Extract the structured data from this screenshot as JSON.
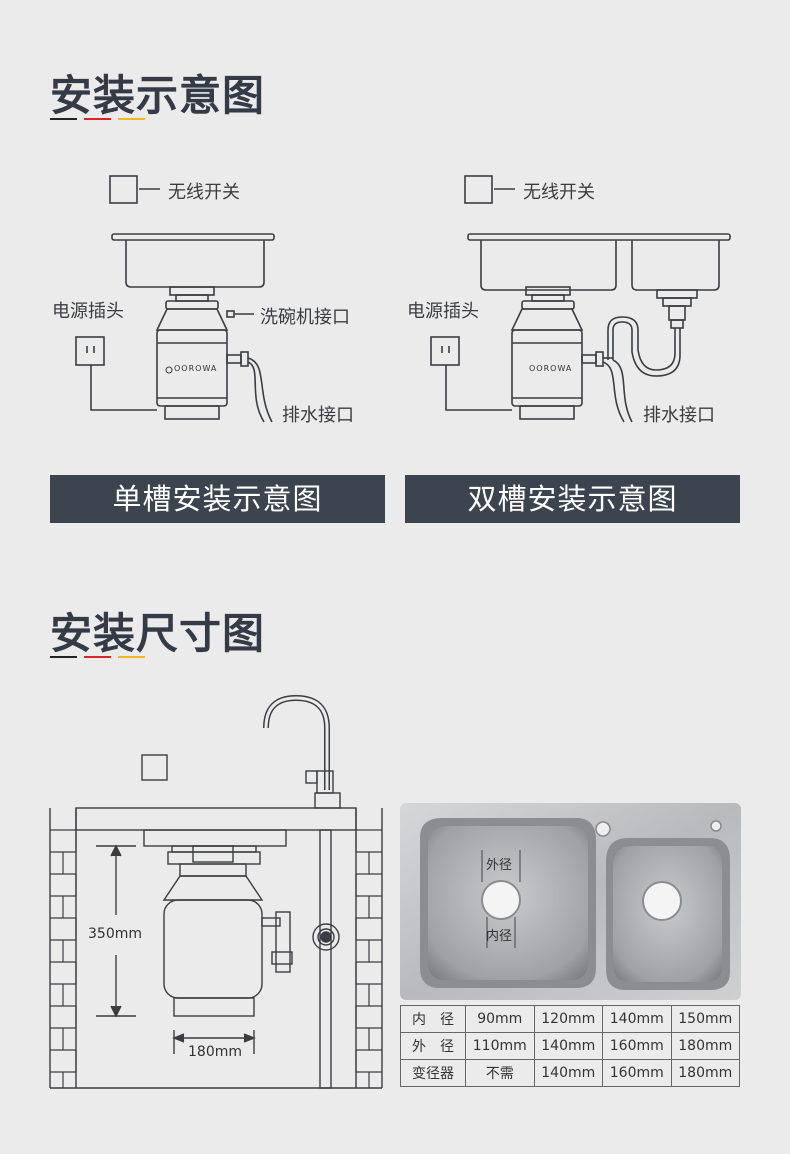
{
  "section_install": {
    "title": "安装示意图"
  },
  "section_size": {
    "title": "安装尺寸图"
  },
  "accent_colors": [
    "#222222",
    "#d9252a",
    "#f2b824"
  ],
  "single": {
    "switch_label": "无线开关",
    "power_label": "电源插头",
    "dishwasher_label": "洗碗机接口",
    "drain_label": "排水接口",
    "brand": "OOROWA",
    "banner": "单槽安装示意图"
  },
  "double": {
    "switch_label": "无线开关",
    "power_label": "电源插头",
    "drain_label": "排水接口",
    "brand": "OOROWA",
    "banner": "双槽安装示意图"
  },
  "dimensions": {
    "height": "350mm",
    "width": "180mm"
  },
  "sink_photo": {
    "outer_label": "外径",
    "inner_label": "内径"
  },
  "spec_table": {
    "rows": [
      [
        "内　径",
        "90mm",
        "120mm",
        "140mm",
        "150mm"
      ],
      [
        "外　径",
        "110mm",
        "140mm",
        "160mm",
        "180mm"
      ],
      [
        "变径器",
        "不需",
        "140mm",
        "160mm",
        "180mm"
      ]
    ]
  }
}
